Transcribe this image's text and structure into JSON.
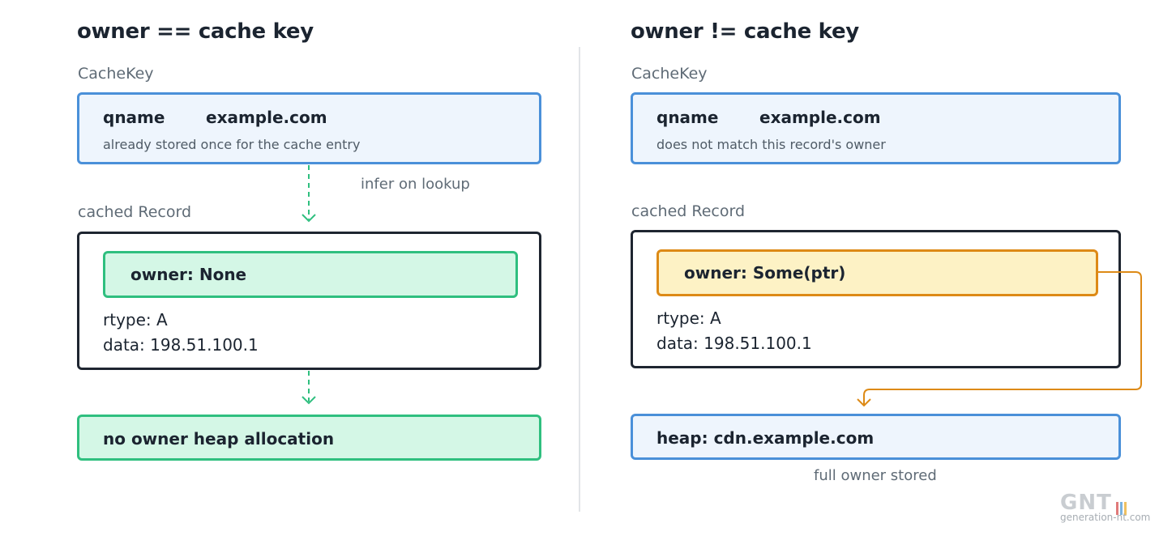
{
  "left": {
    "heading": "owner == cache key",
    "cachekey_label": "CacheKey",
    "cachekey_box": {
      "field": "qname",
      "value": "example.com",
      "note": "already stored once for the cache entry"
    },
    "arrow_label": "infer on lookup",
    "record_label": "cached Record",
    "record_box": {
      "owner": "owner: None",
      "rtype": "rtype: A",
      "data": "data: 198.51.100.1"
    },
    "result_box": "no owner heap allocation"
  },
  "right": {
    "heading": "owner != cache key",
    "cachekey_label": "CacheKey",
    "cachekey_box": {
      "field": "qname",
      "value": "example.com",
      "note": "does not match this record's owner"
    },
    "record_label": "cached Record",
    "record_box": {
      "owner": "owner: Some(ptr)",
      "rtype": "rtype: A",
      "data": "data: 198.51.100.1"
    },
    "result_box": "heap: cdn.example.com",
    "result_caption": "full owner stored"
  },
  "watermark": {
    "logo": "GNT",
    "url": "generation-nt.com"
  },
  "colors": {
    "blue_border": "#4a90d9",
    "blue_fill": "#eef5fd",
    "green_border": "#2fbf7f",
    "green_fill": "#d4f7e6",
    "yellow_border": "#dd8a16",
    "yellow_fill": "#fdf2c5",
    "dark_border": "#1e2530"
  }
}
